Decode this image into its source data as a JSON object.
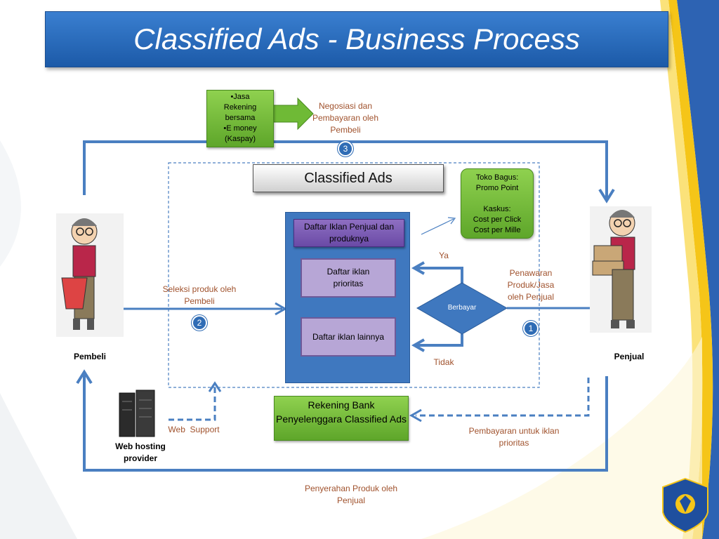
{
  "title": "Classified Ads - Business Process",
  "payment_box": {
    "lines": [
      "•Jasa",
      "Rekening",
      "bersama",
      "•E money",
      "(Kaspay)"
    ]
  },
  "negotiation_label": "Negosiasi dan Pembayaran oleh Pembeli",
  "step_numbers": {
    "one": "1",
    "two": "2",
    "three": "3"
  },
  "classified_ads_label": "Classified Ads",
  "toko_box": {
    "lines": [
      "Toko Bagus:",
      "Promo Point",
      "",
      "Kaskus:",
      "Cost per Click",
      "Cost per Mille"
    ]
  },
  "daftar_header": "Daftar  Iklan Penjual dan produknya",
  "daftar_prioritas": "Daftar iklan prioritas",
  "daftar_lainnya": "Daftar iklan lainnya",
  "decision_label": "Berbayar",
  "ya_label": "Ya",
  "tidak_label": "Tidak",
  "seleksi_label": "Seleksi produk oleh Pembeli",
  "penawaran_label": "Penawaran Produk/Jasa oleh Penjual",
  "pembeli_label": "Pembeli",
  "penjual_label": "Penjual",
  "rekening_label": "Rekening Bank Penyelenggara Classified Ads",
  "web_support_label": "Web  Support",
  "web_hosting_label": "Web hosting provider",
  "pembayaran_label": "Pembayaran untuk iklan prioritas",
  "penyerahan_label": "Penyerahan Produk oleh Penjual",
  "colors": {
    "title_blue": "#2a6bc0",
    "flow_blue": "#4a7fc1",
    "green": "#6fba36",
    "purple": "#7b5bb3",
    "lavender": "#b7a6d6",
    "label_orange": "#a0522d",
    "accent_yellow": "#f5c518"
  }
}
